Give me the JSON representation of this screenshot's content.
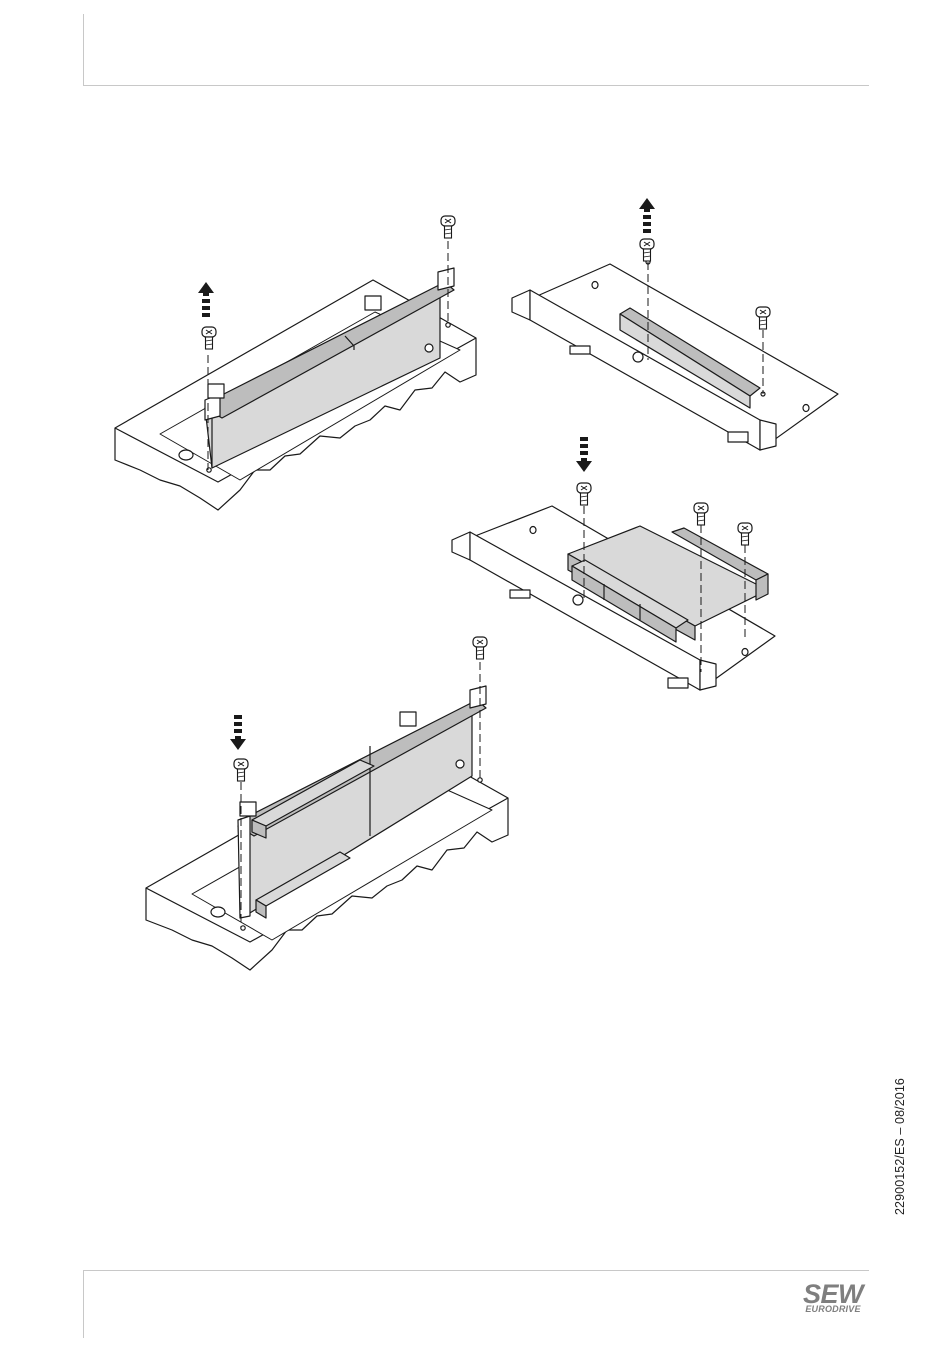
{
  "document": {
    "code": "22900152/ES – 08/2016"
  },
  "logo": {
    "brand": "SEW",
    "sub": "EURODRIVE",
    "color": "#7f7f7f"
  },
  "colors": {
    "line": "#1a1a1a",
    "panel": "#d9d9d9",
    "panel_dark": "#bdbdbd",
    "rule": "#c8c8c8"
  },
  "figure": {
    "panels": [
      {
        "name": "removing-module-from-slot",
        "arrow": "up"
      },
      {
        "name": "empty-mounting-plate-removing-screws",
        "arrow": "up"
      },
      {
        "name": "mounting-option-card-onto-plate",
        "arrow": "down"
      },
      {
        "name": "inserting-module-into-slot",
        "arrow": "down"
      }
    ]
  }
}
